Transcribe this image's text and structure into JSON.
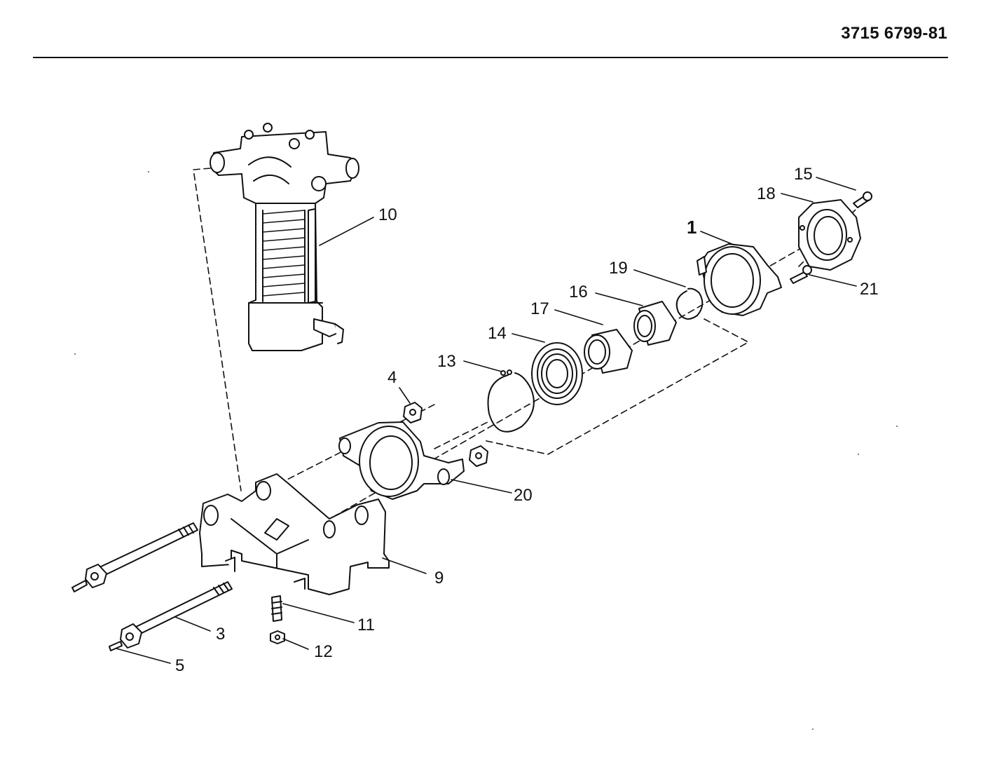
{
  "header": {
    "document_number": "3715 6799-81"
  },
  "callouts": {
    "c1": "1",
    "c3": "3",
    "c4": "4",
    "c5": "5",
    "c9": "9",
    "c10": "10",
    "c11": "11",
    "c12": "12",
    "c13": "13",
    "c14": "14",
    "c15": "15",
    "c16": "16",
    "c17": "17",
    "c18": "18",
    "c19": "19",
    "c20": "20",
    "c21": "21"
  }
}
